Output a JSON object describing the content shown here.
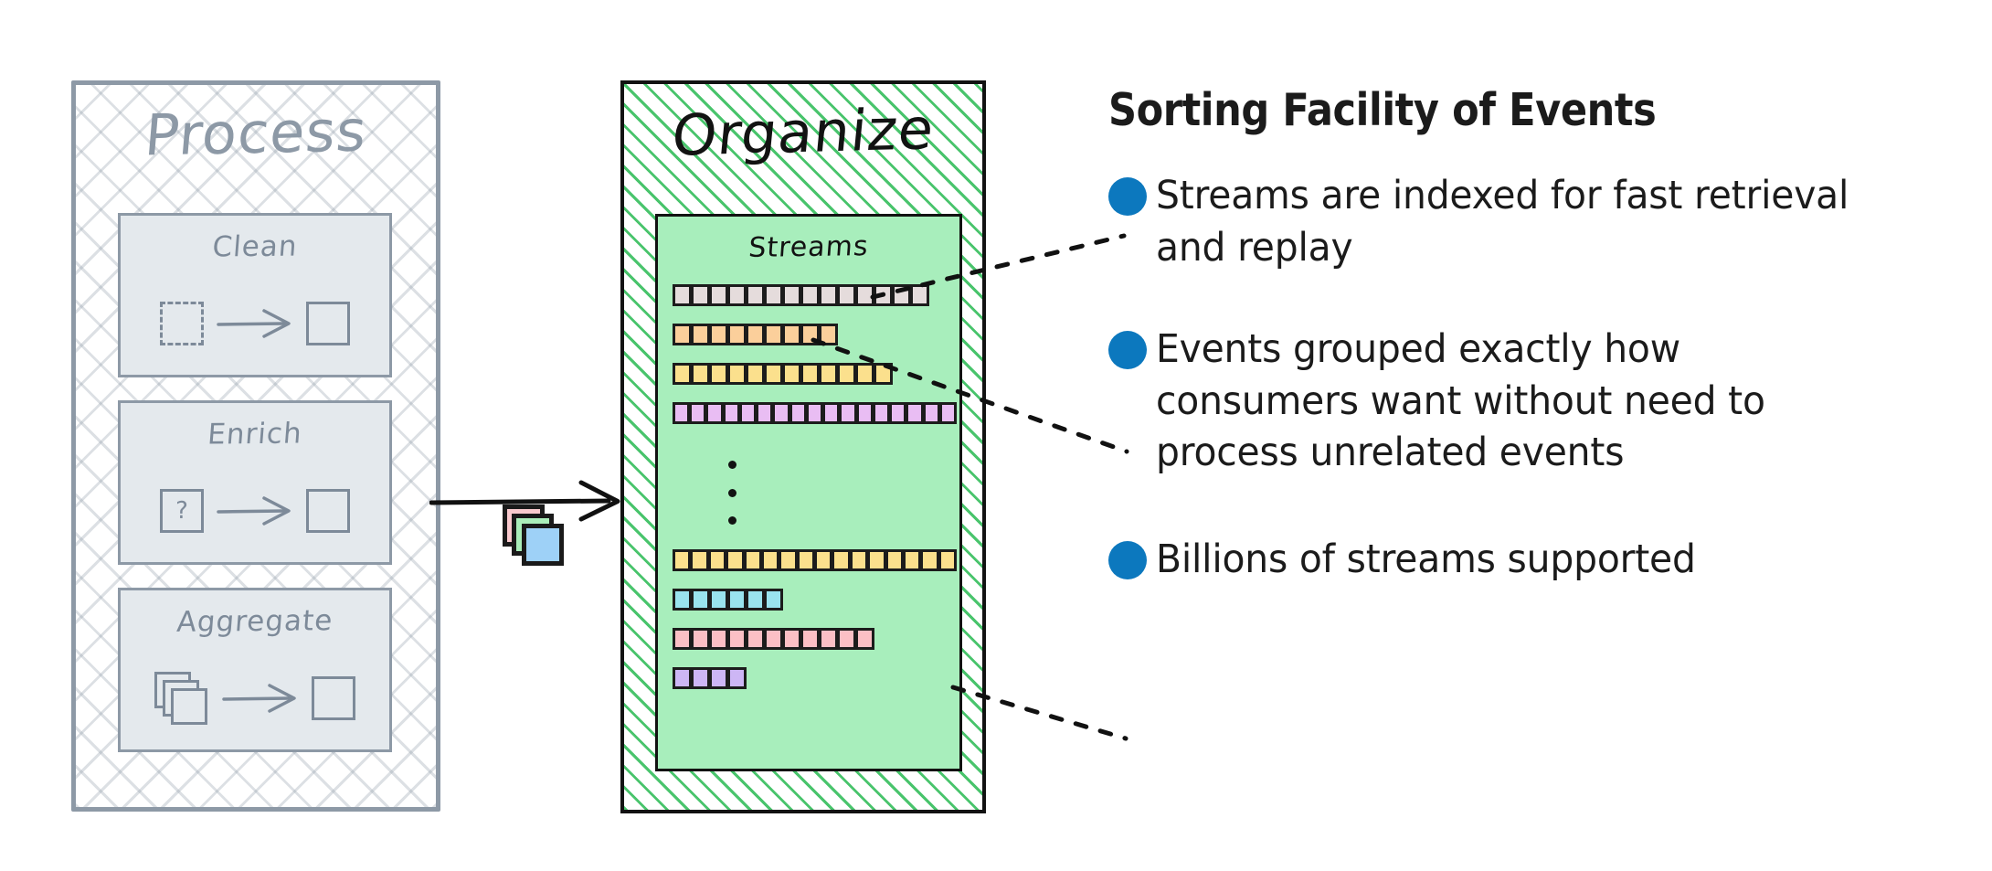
{
  "process_panel": {
    "title": "Process",
    "cards": [
      {
        "label": "Clean",
        "icons": [
          "dashed-square-icon",
          "arrow-right-icon",
          "square-icon"
        ]
      },
      {
        "label": "Enrich",
        "icons": [
          "question-square-icon",
          "arrow-right-icon",
          "square-icon"
        ]
      },
      {
        "label": "Aggregate",
        "icons": [
          "stacked-squares-icon",
          "arrow-right-icon",
          "square-icon"
        ]
      }
    ]
  },
  "connector": {
    "arrow": "arrow-right-icon",
    "stacked_events_icon": "stacked-events-icon",
    "stack_colors": [
      "#f9c9cd",
      "#aaeeba",
      "#9ed1f7"
    ]
  },
  "organize_panel": {
    "title": "Organize",
    "streams_label": "Streams",
    "ellipsis": "vertical-ellipsis",
    "streams_top": [
      {
        "color": "#e5dcdc",
        "cells": 14
      },
      {
        "color": "#fbcf9b",
        "cells": 9
      },
      {
        "color": "#fbe08d",
        "cells": 12
      },
      {
        "color": "#e9bdf3",
        "cells": 17
      }
    ],
    "streams_bottom": [
      {
        "color": "#fbe08d",
        "cells": 16
      },
      {
        "color": "#9ae3ee",
        "cells": 6
      },
      {
        "color": "#fbbfc5",
        "cells": 11
      },
      {
        "color": "#cdb6f5",
        "cells": 4
      }
    ]
  },
  "right_column": {
    "heading": "Sorting Facility of Events",
    "bullet_color": "#0c78be",
    "bullets": [
      "Streams are indexed for fast retrieval and replay",
      "Events grouped exactly how consumers want without need to process unrelated events",
      "Billions of streams supported"
    ]
  }
}
